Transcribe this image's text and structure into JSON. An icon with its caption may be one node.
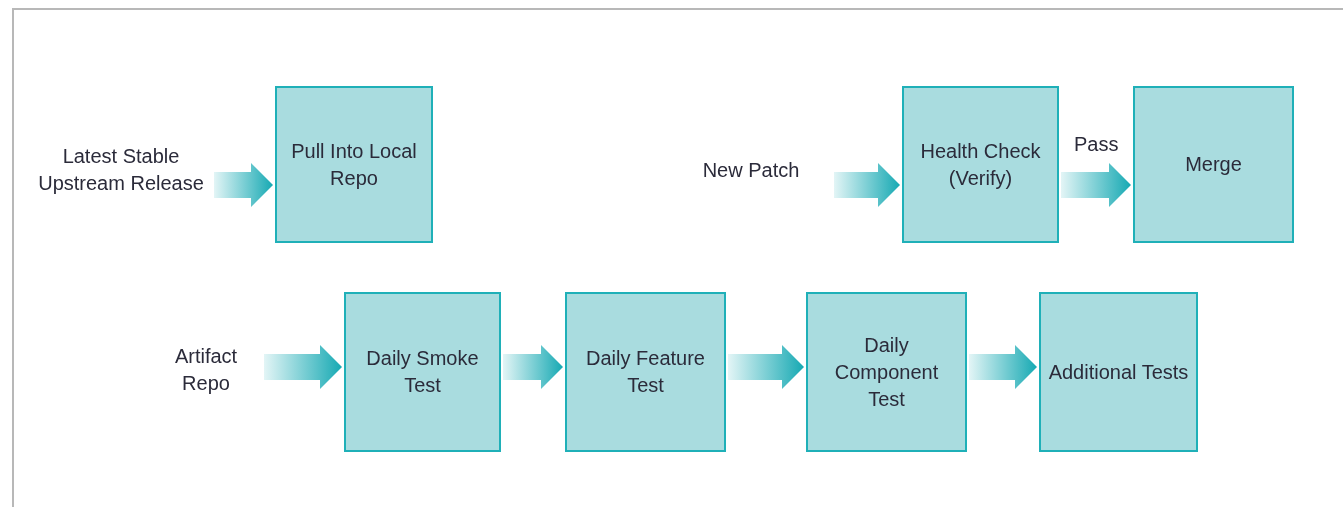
{
  "diagram": {
    "nodes": [
      {
        "text": [
          "Latest Stable Upstream Release"
        ]
      },
      {
        "text": [
          "Pull Into Local Repo"
        ]
      },
      {
        "text": [
          "New Patch"
        ]
      },
      {
        "text": [
          "Health Check (Verify)"
        ]
      },
      {
        "text": [
          "Merge"
        ]
      },
      {
        "text": [
          "Artifact Repo"
        ]
      },
      {
        "text": [
          "Daily Smoke Test"
        ]
      },
      {
        "text": [
          "Daily Feature Test"
        ]
      },
      {
        "text": [
          "Daily Component Test"
        ]
      },
      {
        "text": [
          "Additional Tests"
        ]
      }
    ],
    "edges": [
      {
        "from": 0,
        "to": 1,
        "arrow": "to"
      },
      {
        "from": 2,
        "to": 3,
        "arrow": "to"
      },
      {
        "from": 3,
        "to": 4,
        "arrow": "to",
        "label": "Pass"
      },
      {
        "from": 5,
        "to": 6,
        "arrow": "to"
      },
      {
        "from": 6,
        "to": 7,
        "arrow": "to"
      },
      {
        "from": 7,
        "to": 8,
        "arrow": "to"
      },
      {
        "from": 8,
        "to": 9,
        "arrow": "to"
      }
    ]
  }
}
